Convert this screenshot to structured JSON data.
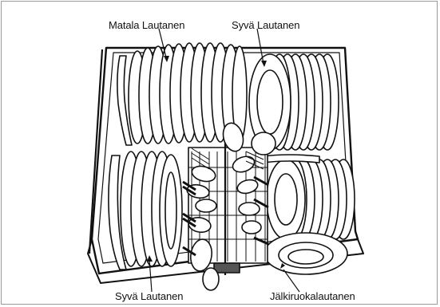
{
  "labels": {
    "top_left": "Matala Lautanen",
    "top_right": "Syvä Lautanen",
    "bottom_left": "Syvä Lautanen",
    "bottom_right": "Jälkiruokalautanen"
  },
  "colors": {
    "stroke": "#111111",
    "frame": "#9a9a9a",
    "fill": "#ffffff"
  }
}
